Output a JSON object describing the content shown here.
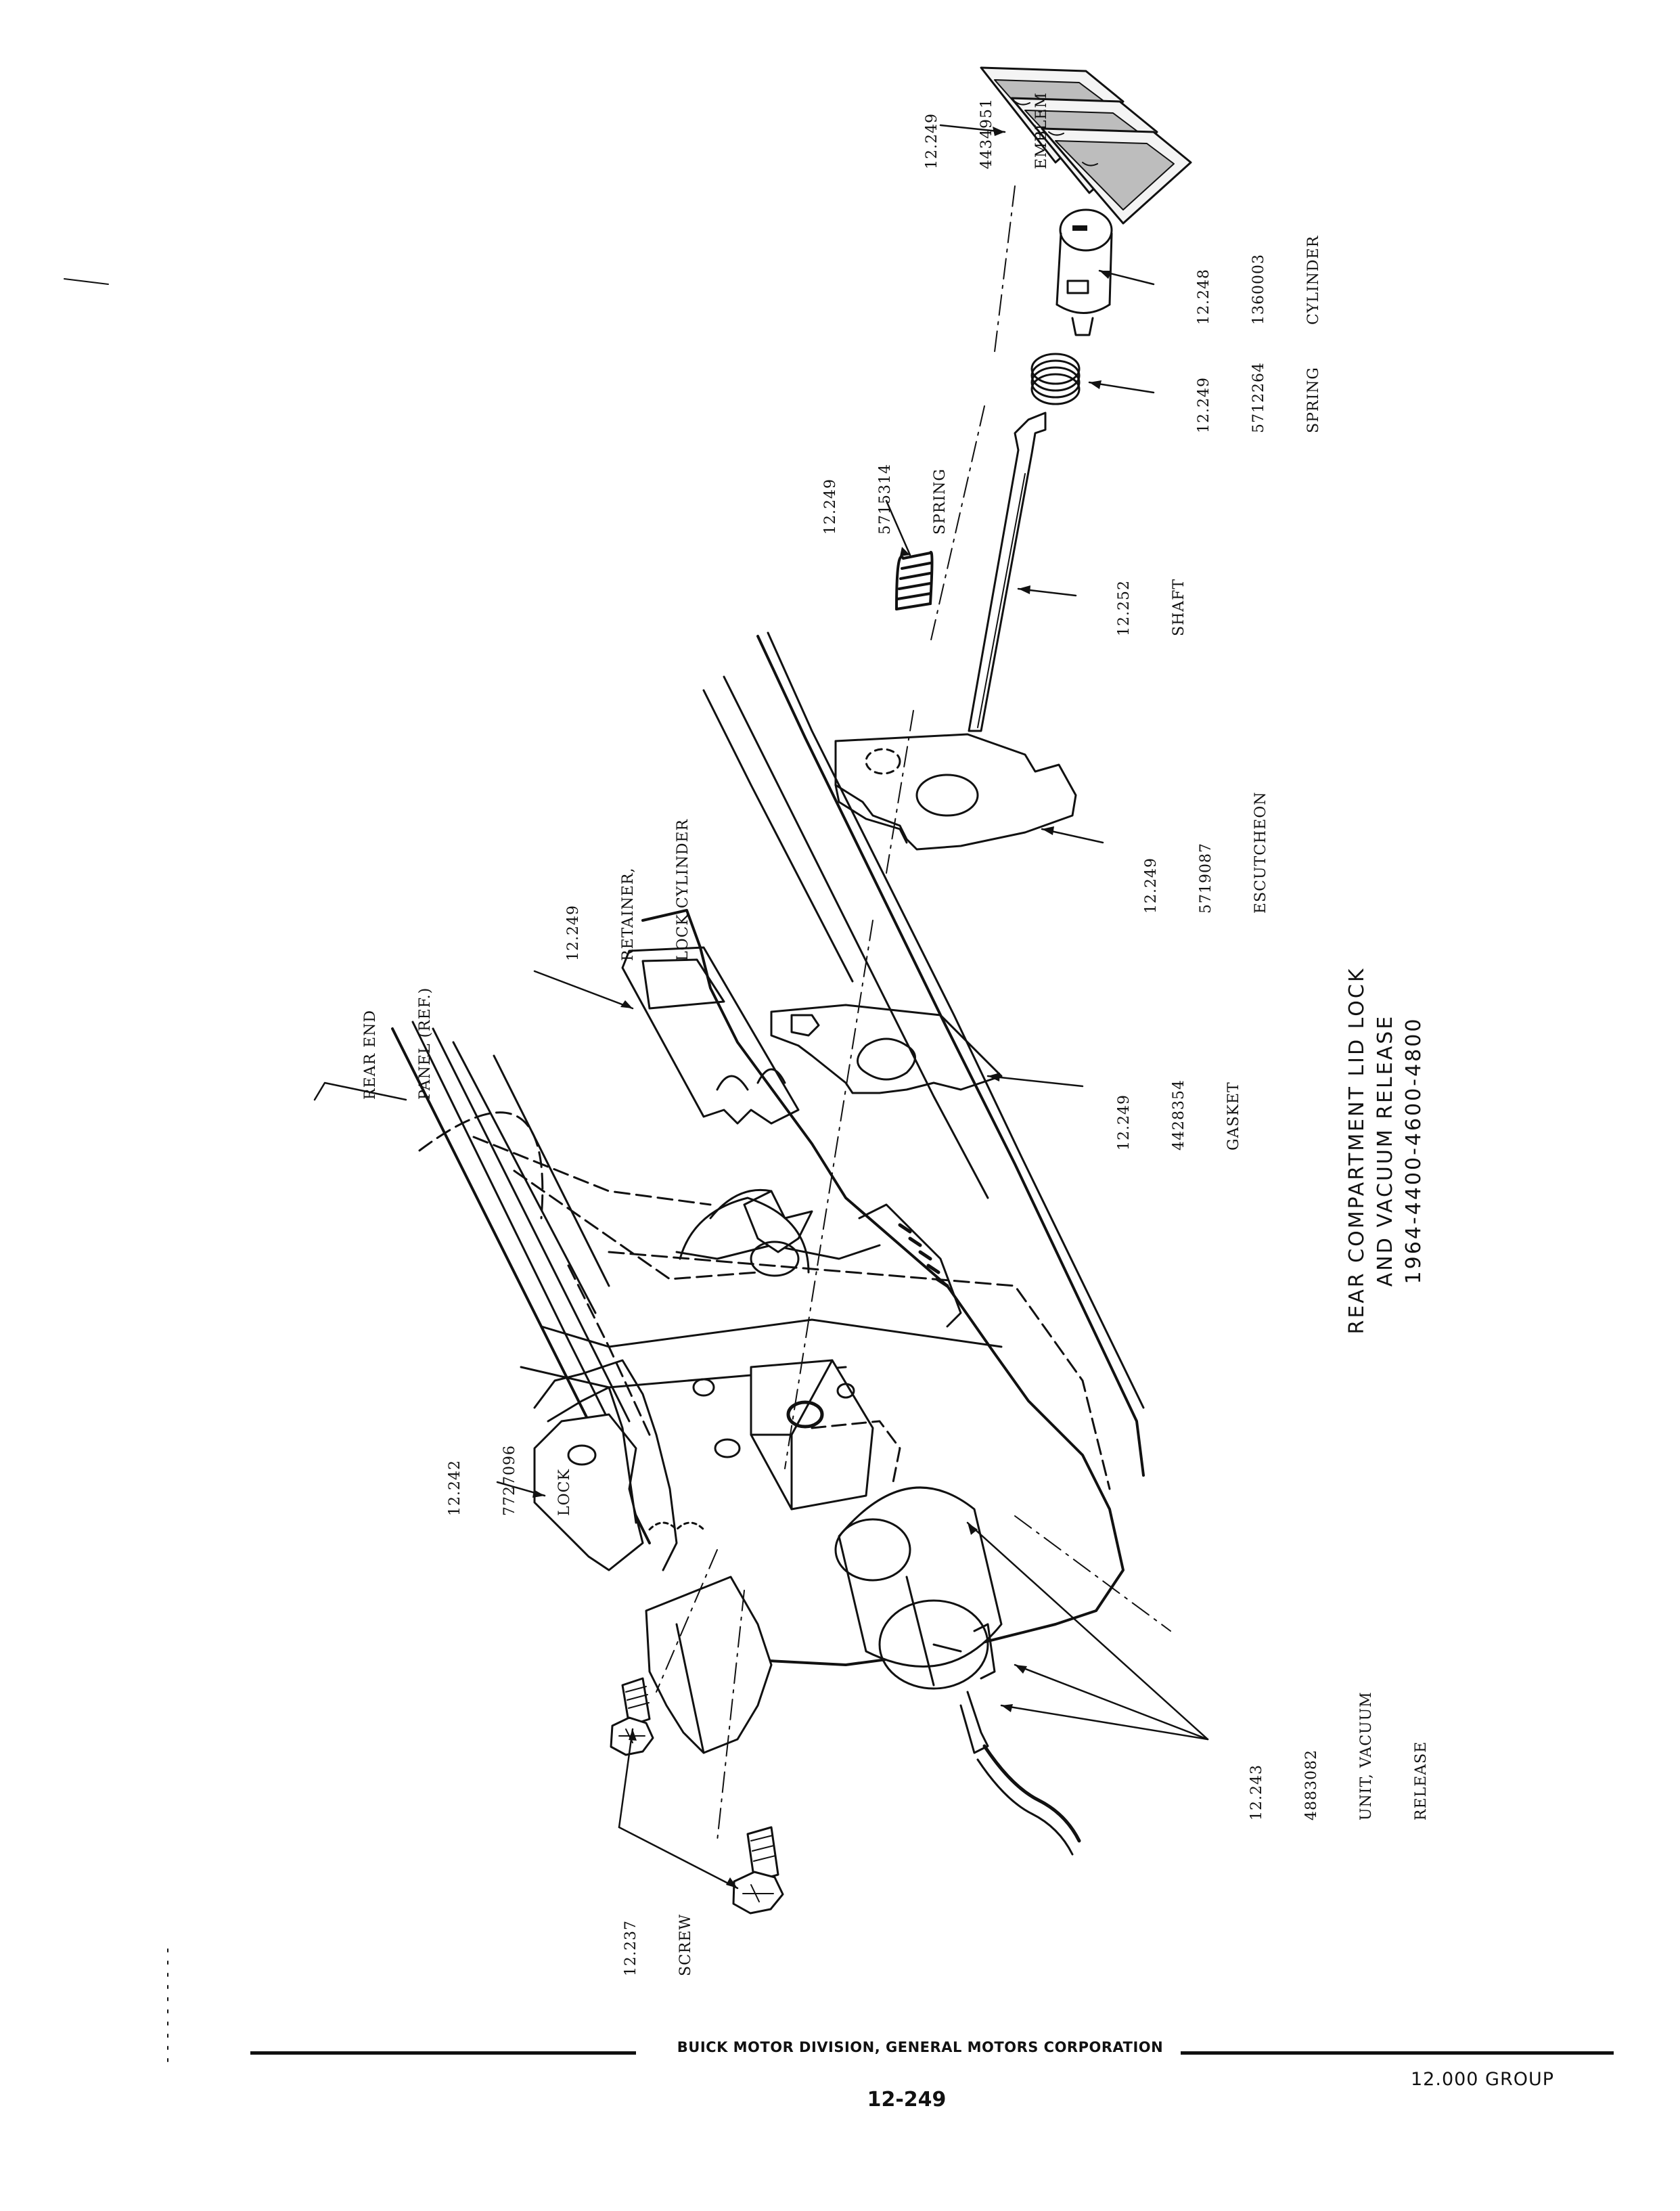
{
  "diagram": {
    "title": [
      "REAR COMPARTMENT LID LOCK",
      "AND VACUUM RELEASE",
      "1964-4400-4600-4800"
    ],
    "callouts": {
      "emblem": [
        "12.249",
        "4434951",
        "EMBLEM"
      ],
      "cylinder": [
        "12.248",
        "1360003",
        "CYLINDER"
      ],
      "spring_small": [
        "12.249",
        "5712264",
        "SPRING"
      ],
      "spring_coil": [
        "12.249",
        "5715314",
        "SPRING"
      ],
      "shaft": [
        "12.252",
        "SHAFT"
      ],
      "escutcheon": [
        "12.249",
        "5719087",
        "ESCUTCHEON"
      ],
      "retainer": [
        "12.249",
        "RETAINER,",
        "LOCK CYLINDER"
      ],
      "rear_panel": [
        "REAR END",
        "PANEL (REF.)"
      ],
      "gasket": [
        "12.249",
        "4428354",
        "GASKET"
      ],
      "lock": [
        "12.242",
        "7727096",
        "LOCK"
      ],
      "vacuum_unit": [
        "12.243",
        "4883082",
        "UNIT, VACUUM",
        "RELEASE"
      ],
      "screw": [
        "12.237",
        "SCREW"
      ]
    }
  },
  "footer": {
    "corporation": "BUICK MOTOR DIVISION, GENERAL MOTORS CORPORATION",
    "page_number": "12-249",
    "group": "12.000 GROUP"
  }
}
